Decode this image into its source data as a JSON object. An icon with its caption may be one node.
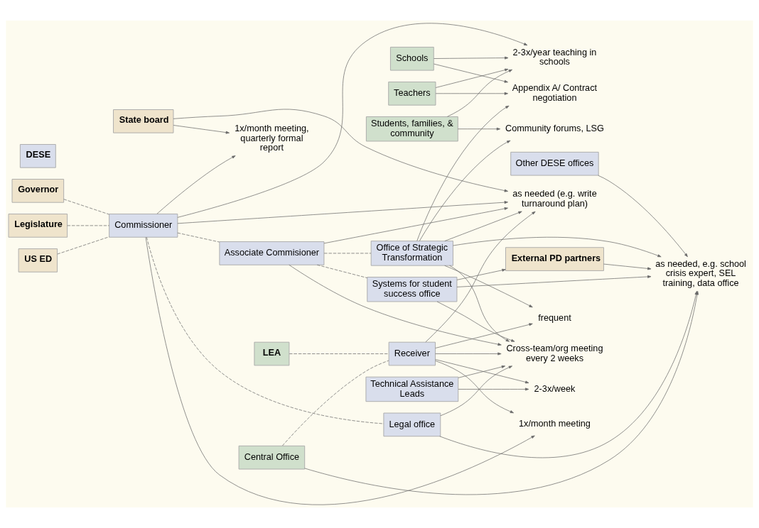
{
  "diagram": {
    "nodes": [
      {
        "text": [
          "State board"
        ]
      },
      {
        "text": [
          "Governor"
        ]
      },
      {
        "text": [
          "Legislature"
        ]
      },
      {
        "text": [
          "US ED"
        ]
      },
      {
        "text": [
          "1x/month meeting, quarterly formal report"
        ]
      },
      {
        "text": [
          "2-3x/year teaching in schools"
        ]
      },
      {
        "text": [
          "Commissioner"
        ]
      },
      {
        "text": [
          "DESE"
        ]
      },
      {
        "text": [
          "1x/month meeting"
        ]
      },
      {
        "text": [
          "LEA"
        ]
      },
      {
        "text": [
          "as needed (e.g. write turnaround plan)"
        ]
      },
      {
        "text": [
          "Associate Commisioner"
        ]
      },
      {
        "text": [
          "Central Office"
        ]
      },
      {
        "text": [
          "Cross-team/org meeting every 2 weeks"
        ]
      },
      {
        "text": [
          "Receiver"
        ]
      },
      {
        "text": [
          "frequent"
        ]
      },
      {
        "text": [
          "Office of Strategic Transformation"
        ]
      },
      {
        "text": [
          "Schools"
        ]
      },
      {
        "text": [
          "Appendix A/ Contract negotiation"
        ]
      },
      {
        "text": [
          "Legal office"
        ]
      },
      {
        "text": [
          "Teachers"
        ]
      },
      {
        "text": [
          "2-3x/week"
        ]
      },
      {
        "text": [
          "Community forums, LSG"
        ]
      },
      {
        "text": [
          "Technical Assistance Leads"
        ]
      },
      {
        "text": [
          "as needed, e.g. school crisis expert, SEL training, data office"
        ]
      },
      {
        "text": [
          "Systems for student success office"
        ]
      },
      {
        "text": [
          "Students, families, & community"
        ]
      },
      {
        "text": [
          "Other DESE offices"
        ]
      },
      {
        "text": [
          "External PD partners"
        ]
      }
    ],
    "edges": [
      {
        "from": 0,
        "to": 4,
        "arrow": "to"
      },
      {
        "from": 0,
        "to": 10,
        "arrow": "to"
      },
      {
        "from": 6,
        "to": 4,
        "arrow": "to"
      },
      {
        "from": 1,
        "to": 6,
        "arrow": "none",
        "style": "dashed"
      },
      {
        "from": 2,
        "to": 6,
        "arrow": "none",
        "style": "dashed"
      },
      {
        "from": 3,
        "to": 6,
        "arrow": "none",
        "style": "dashed"
      },
      {
        "from": 6,
        "to": 5,
        "arrow": "to"
      },
      {
        "from": 6,
        "to": 8,
        "arrow": "to"
      },
      {
        "from": 6,
        "to": 10,
        "arrow": "to"
      },
      {
        "from": 6,
        "to": 11,
        "arrow": "none",
        "style": "dashed"
      },
      {
        "from": 6,
        "to": 19,
        "arrow": "none",
        "style": "dashed"
      },
      {
        "from": 11,
        "to": 10,
        "arrow": "to"
      },
      {
        "from": 11,
        "to": 13,
        "arrow": "to"
      },
      {
        "from": 11,
        "to": 16,
        "arrow": "none",
        "style": "dashed"
      },
      {
        "from": 11,
        "to": 25,
        "arrow": "none",
        "style": "dashed"
      },
      {
        "from": 9,
        "to": 14,
        "arrow": "none",
        "style": "dashed"
      },
      {
        "from": 12,
        "to": 14,
        "arrow": "none",
        "style": "dashed"
      },
      {
        "from": 12,
        "to": 24,
        "arrow": "to"
      },
      {
        "from": 14,
        "to": 8,
        "arrow": "to"
      },
      {
        "from": 14,
        "to": 10,
        "arrow": "to"
      },
      {
        "from": 14,
        "to": 15,
        "arrow": "to"
      },
      {
        "from": 14,
        "to": 13,
        "arrow": "to"
      },
      {
        "from": 14,
        "to": 21,
        "arrow": "to"
      },
      {
        "from": 17,
        "to": 5,
        "arrow": "to"
      },
      {
        "from": 17,
        "to": 18,
        "arrow": "to"
      },
      {
        "from": 20,
        "to": 5,
        "arrow": "to"
      },
      {
        "from": 20,
        "to": 18,
        "arrow": "to"
      },
      {
        "from": 26,
        "to": 5,
        "arrow": "to"
      },
      {
        "from": 26,
        "to": 22,
        "arrow": "to"
      },
      {
        "from": 16,
        "to": 15,
        "arrow": "to"
      },
      {
        "from": 16,
        "to": 10,
        "arrow": "to"
      },
      {
        "from": 16,
        "to": 18,
        "arrow": "to"
      },
      {
        "from": 16,
        "to": 22,
        "arrow": "to"
      },
      {
        "from": 16,
        "to": 13,
        "arrow": "to"
      },
      {
        "from": 16,
        "to": 24,
        "arrow": "to"
      },
      {
        "from": 23,
        "to": 21,
        "arrow": "to"
      },
      {
        "from": 23,
        "to": 13,
        "arrow": "to"
      },
      {
        "from": 19,
        "to": 24,
        "arrow": "to"
      },
      {
        "from": 19,
        "to": 13,
        "arrow": "to"
      },
      {
        "from": 25,
        "to": 13,
        "arrow": "to"
      },
      {
        "from": 25,
        "to": 24,
        "arrow": "to"
      },
      {
        "from": 25,
        "to": 28,
        "arrow": "to"
      },
      {
        "from": 27,
        "to": 24,
        "arrow": "to"
      },
      {
        "from": 28,
        "to": 24,
        "arrow": "to"
      }
    ]
  }
}
